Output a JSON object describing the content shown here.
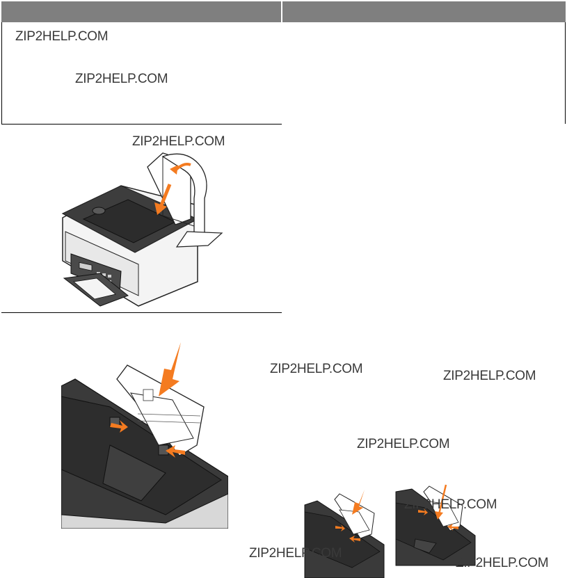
{
  "watermarks": [
    "ZIP2HELP.COM",
    "ZIP2HELP.COM",
    "ZIP2HELP.COM",
    "ZIP2HELP.COM",
    "ZIP2HELP.COM",
    "ZIP2HELP.COM",
    "ZIP2HELP.COM",
    "ZIP2HELP.COM",
    "ZIP2HELP.COM"
  ],
  "colors": {
    "header": "#7f7f7f",
    "arrow": "#f47b20",
    "printer_dark": "#3d3d3d",
    "printer_light": "#f2f2f2"
  },
  "figures": [
    {
      "name": "printer-load-paper-figure"
    },
    {
      "name": "paper-guides-closeup-figure"
    },
    {
      "name": "small-tray-left-figure"
    },
    {
      "name": "small-tray-right-figure"
    }
  ]
}
